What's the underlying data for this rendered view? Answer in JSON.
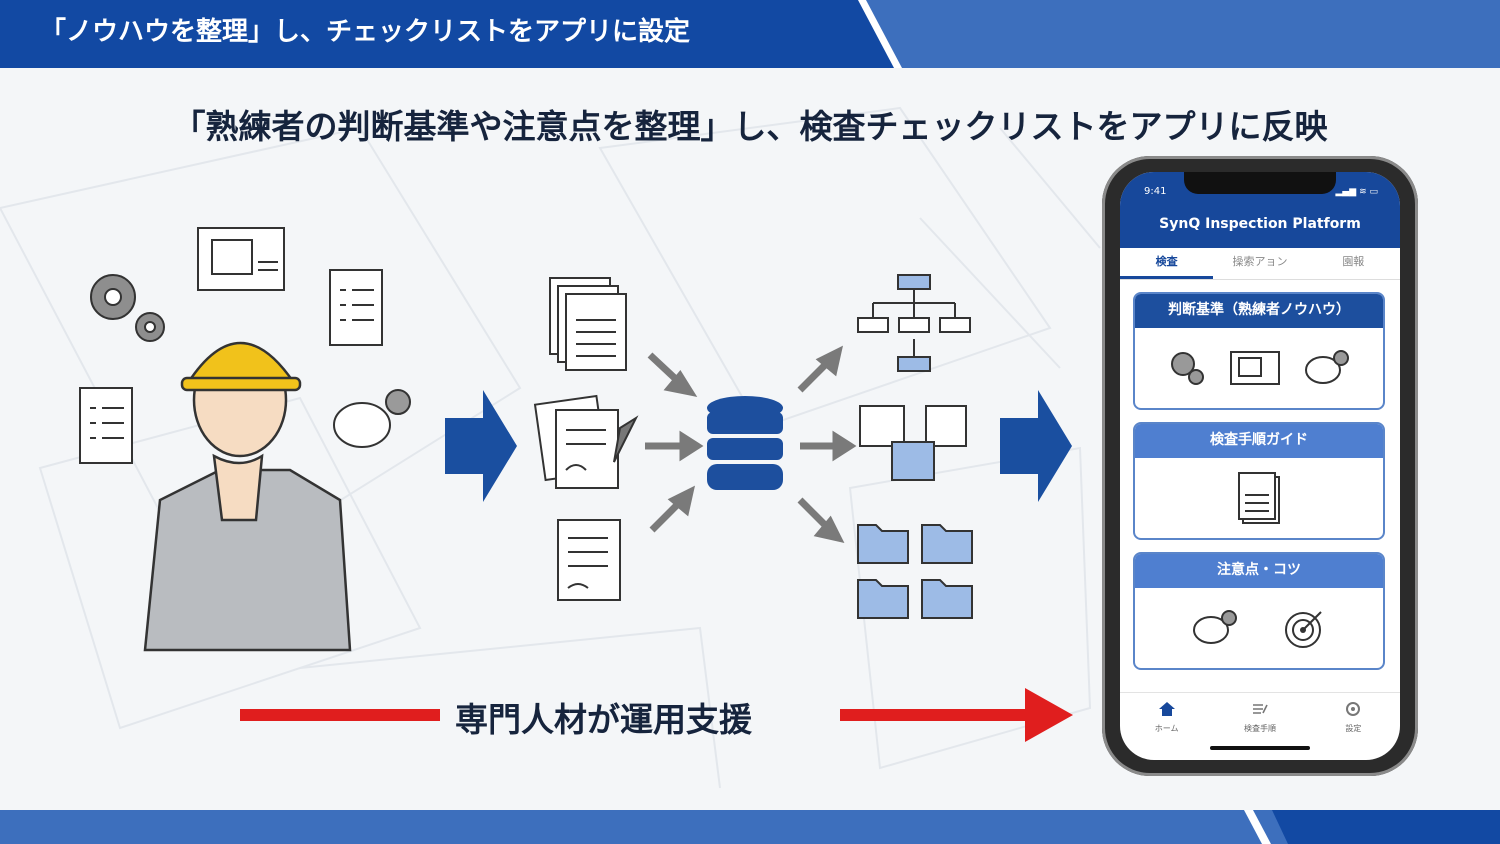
{
  "header": {
    "title": "「ノウハウを整理」し、チェックリストをアプリに設定"
  },
  "subtitle": "「熟練者の判断基準や注意点を整理」し、検査チェックリストをアプリに反映",
  "support_label": "専門人材が運用支援",
  "phone": {
    "time": "9:41",
    "status": "▂▄▆ ≋ ▭",
    "app_title": "SynQ Inspection Platform",
    "tabs": [
      "検査",
      "操索アョン",
      "園報"
    ],
    "cards": [
      {
        "title": "判断基準（熟練者ノウハウ）"
      },
      {
        "title": "検査手順ガイド"
      },
      {
        "title": "注意点・コツ"
      }
    ],
    "bottom_nav": [
      {
        "label": "ホーム",
        "icon": "home-icon"
      },
      {
        "label": "検査手順",
        "icon": "checklist-icon"
      },
      {
        "label": "設定",
        "icon": "gear-icon"
      }
    ]
  },
  "colors": {
    "header_dark": "#1249a3",
    "header_light": "#3d6fbd",
    "arrow_blue": "#1a4fa0",
    "arrow_red": "#e01e1e",
    "icon_blue": "#9dbbe6"
  }
}
